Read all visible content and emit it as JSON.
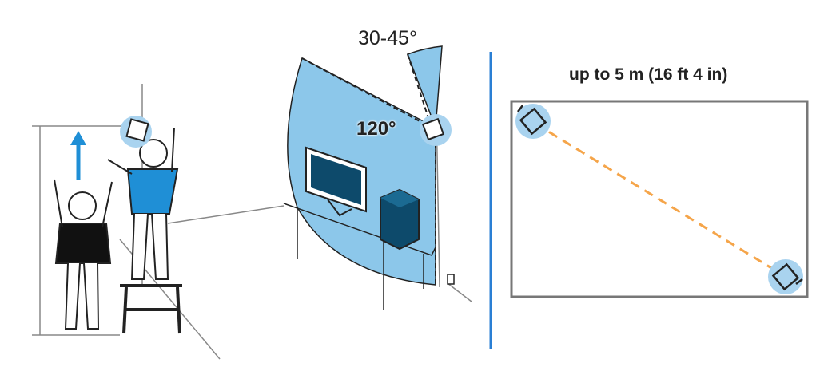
{
  "labels": {
    "tilt_angle": "30-45°",
    "field_of_view": "120°",
    "max_distance": "up to 5 m (16 ft 4 in)"
  },
  "colors": {
    "coverage_blue": "#8cc7ea",
    "halo_blue": "#a9d3ef",
    "divider_blue": "#2a7fd4",
    "accent_blue": "#1f8fd6",
    "dashed_orange": "#f5a54a",
    "room_border": "#777777"
  }
}
